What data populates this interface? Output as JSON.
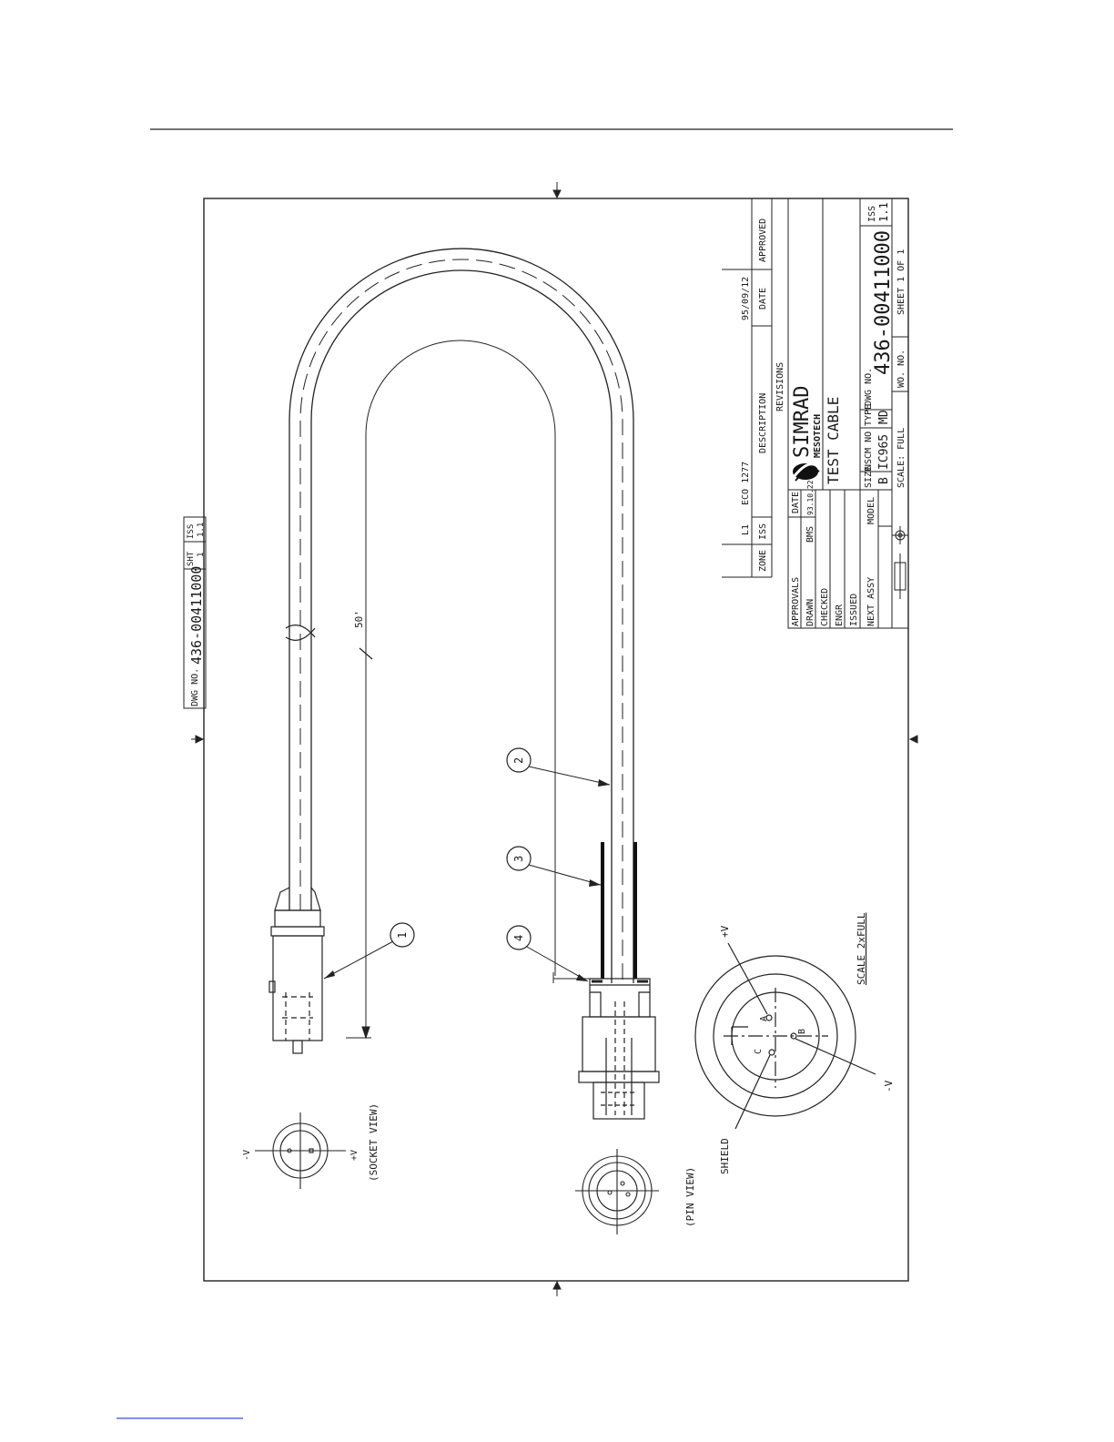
{
  "sheet_header": {
    "dwg_label": "DWG NO.",
    "dwg_number": "436-00411000",
    "sht_label": "SHT",
    "sht_value": "1",
    "iss_label": "ISS",
    "iss_value": "1.1"
  },
  "revisions": {
    "heading": "REVISIONS",
    "col_zone": "ZONE",
    "col_iss": "ISS",
    "col_description": "DESCRIPTION",
    "col_date": "DATE",
    "col_approved": "APPROVED",
    "row_iss": "L1",
    "row_description": "ECO 1277",
    "row_date": "95/09/12"
  },
  "title_block": {
    "approvals_label": "APPROVALS",
    "date_label": "DATE",
    "drawn_label": "DRAWN",
    "drawn_by": "BMS",
    "drawn_date": "93.10.22",
    "checked_label": "CHECKED",
    "engr_label": "ENGR",
    "issued_label": "ISSUED",
    "next_assy_label": "NEXT ASSY",
    "model_label": "MODEL",
    "company_name": "SIMRAD",
    "company_sub": "MESOTECH",
    "title": "TEST CABLE",
    "size_label": "SIZE",
    "size_value": "B",
    "nscm_label": "NSCM NO",
    "nscm_value": "IC965",
    "type_label": "TYPE",
    "type_value": "MD",
    "dwg_label": "DWG NO.",
    "dwg_number": "436-00411000",
    "iss_label": "ISS",
    "iss_value": "1.1",
    "scale_text": "SCALE: FULL",
    "wo_label": "WO. NO.",
    "sheet_text": "SHEET 1 OF 1"
  },
  "callouts": [
    "1",
    "2",
    "3",
    "4"
  ],
  "annotations": {
    "length": "50'",
    "socket_view": "(SOCKET VIEW)",
    "pin_view": "(PIN VIEW)",
    "scale_detail": "SCALE 2xFULL",
    "pin_a": "A",
    "pin_b": "B",
    "pin_c": "C",
    "plus_v": "+V",
    "minus_v": "-V",
    "shield": "SHIELD",
    "socket_minus_v": "-V",
    "socket_plus_v": "+V"
  }
}
